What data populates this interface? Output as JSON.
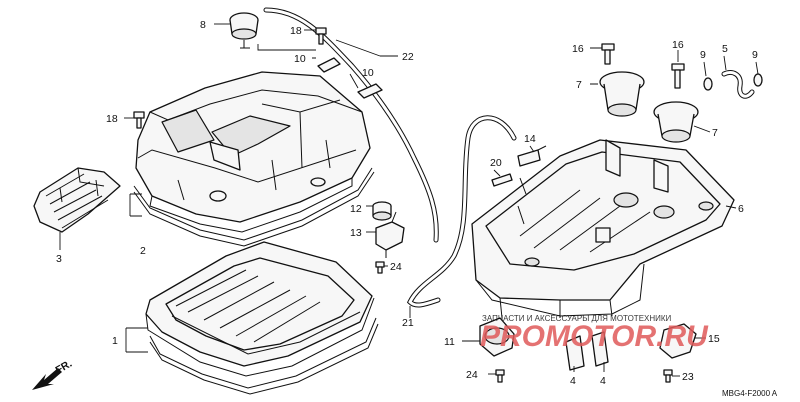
{
  "diagram": {
    "callouts": {
      "c1": "1",
      "c2": "2",
      "c3": "3",
      "c4a": "4",
      "c4b": "4",
      "c5": "5",
      "c6": "6",
      "c7a": "7",
      "c7b": "7",
      "c8": "8",
      "c9a": "9",
      "c9b": "9",
      "c10a": "10",
      "c10b": "10",
      "c11": "11",
      "c12": "12",
      "c13": "13",
      "c14": "14",
      "c15": "15",
      "c16a": "16",
      "c16b": "16",
      "c18a": "18",
      "c18b": "18",
      "c20": "20",
      "c21": "21",
      "c22": "22",
      "c23": "23",
      "c24a": "24",
      "c24b": "24"
    },
    "fr_marker": "FR.",
    "diagram_code": "MBG4-F2000 A",
    "watermark": {
      "tagline": "ЗАПЧАСТИ И АКСЕССУАРЫ ДЛЯ МОТОТЕХНИКИ",
      "brand": "PROMOTOR.RU",
      "brand_color": "#e05a5a"
    },
    "arrow_icon": "forward-arrow-icon"
  }
}
